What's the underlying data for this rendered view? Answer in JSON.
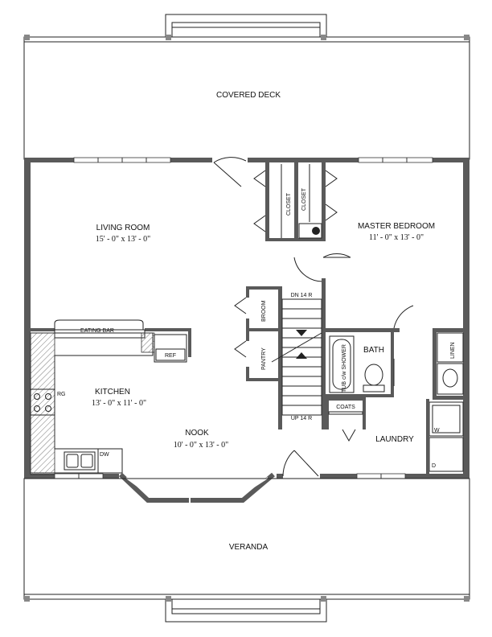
{
  "rooms": {
    "covered_deck": "COVERED DECK",
    "living_room": "LIVING ROOM",
    "living_room_dim": "15' - 0\" x 13' - 0\"",
    "master_bedroom": "MASTER BEDROOM",
    "master_bedroom_dim": "11' - 0\" x 13' - 0\"",
    "closet_1": "CLOSET",
    "closet_2": "CLOSET",
    "broom": "BROOM",
    "pantry": "PANTRY",
    "stair_down": "DN 14 R",
    "stair_up": "UP 14 R",
    "bath": "BATH",
    "tub_shower": "TUB c/w SHOWER",
    "linen": "LINEN",
    "coats": "COATS",
    "laundry": "LAUNDRY",
    "washer": "W",
    "dryer": "D",
    "eating_bar": "EATING BAR",
    "ref": "REF",
    "kitchen": "KITCHEN",
    "kitchen_dim": "13' - 0\" x 11' - 0\"",
    "range": "RG",
    "dishwasher": "DW",
    "nook": "NOOK",
    "nook_dim": "10' - 0\" x 13' - 0\"",
    "veranda": "VERANDA"
  }
}
